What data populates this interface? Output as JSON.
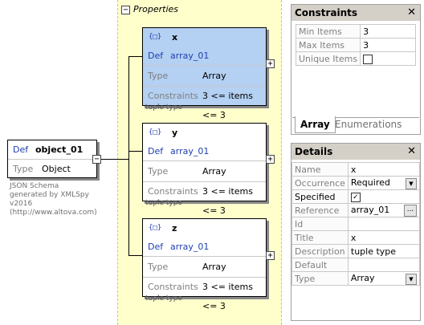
{
  "diagram": {
    "properties_label": "Properties",
    "collapse_glyph": "−",
    "expand_glyph": "+",
    "root": {
      "kw": "Def",
      "name": "object_01",
      "type_label": "Type",
      "type_value": "Object"
    },
    "watermark": "JSON Schema generated by XMLSpy v2016 (http://www.altova.com)",
    "items": [
      {
        "name": "x",
        "kw": "Def",
        "def": "array_01",
        "type_label": "Type",
        "type_value": "Array",
        "constraints_label": "Constraints",
        "constraints_value": "3 <= items <= 3",
        "caption": "tuple type",
        "selected": true
      },
      {
        "name": "y",
        "kw": "Def",
        "def": "array_01",
        "type_label": "Type",
        "type_value": "Array",
        "constraints_label": "Constraints",
        "constraints_value": "3 <= items <= 3",
        "caption": "tuple type",
        "selected": false
      },
      {
        "name": "z",
        "kw": "Def",
        "def": "array_01",
        "type_label": "Type",
        "type_value": "Array",
        "constraints_label": "Constraints",
        "constraints_value": "3 <= items <= 3",
        "caption": "tuple type",
        "selected": false
      }
    ],
    "icon_glyph": "{□}"
  },
  "constraints_panel": {
    "title": "Constraints",
    "close": "✕",
    "rows": [
      {
        "key": "Min Items",
        "value": "3"
      },
      {
        "key": "Max Items",
        "value": "3"
      },
      {
        "key": "Unique Items",
        "value": ""
      }
    ],
    "tabs": [
      "Array",
      "Enumerations"
    ],
    "active_tab": "Array"
  },
  "details_panel": {
    "title": "Details",
    "close": "✕",
    "rows": [
      {
        "key": "Name",
        "value": "x"
      },
      {
        "key": "Occurrence",
        "value": "Required"
      },
      {
        "key": "Specified",
        "value": ""
      },
      {
        "key": "Reference",
        "value": "array_01"
      },
      {
        "key": "Id",
        "value": ""
      },
      {
        "key": "Title",
        "value": "x"
      },
      {
        "key": "Description",
        "value": "tuple type"
      },
      {
        "key": "Default",
        "value": ""
      },
      {
        "key": "Type",
        "value": "Array"
      }
    ],
    "check_glyph": "✓",
    "dropdown_glyph": "▼",
    "ellipsis_glyph": "..."
  }
}
